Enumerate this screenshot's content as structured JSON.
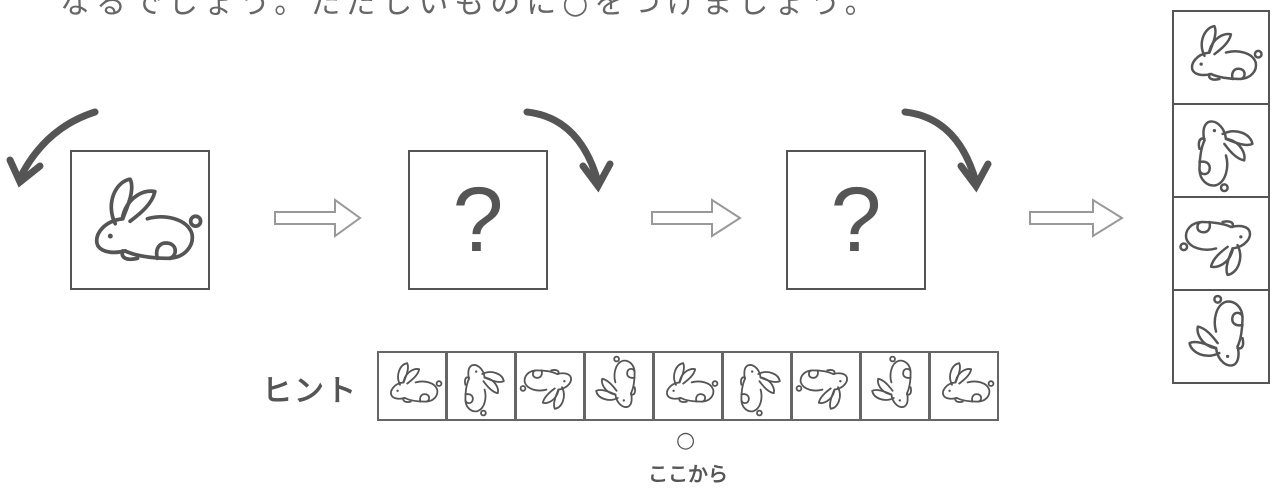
{
  "instruction": "なるでしょう。ただしいものに○をつけましょう。",
  "question_mark": "?",
  "hint": {
    "label": "ヒント",
    "start_mark": "○",
    "start_label": "ここから"
  },
  "colors": {
    "line": "#555555",
    "arrow_outline": "#9a9a9a"
  }
}
